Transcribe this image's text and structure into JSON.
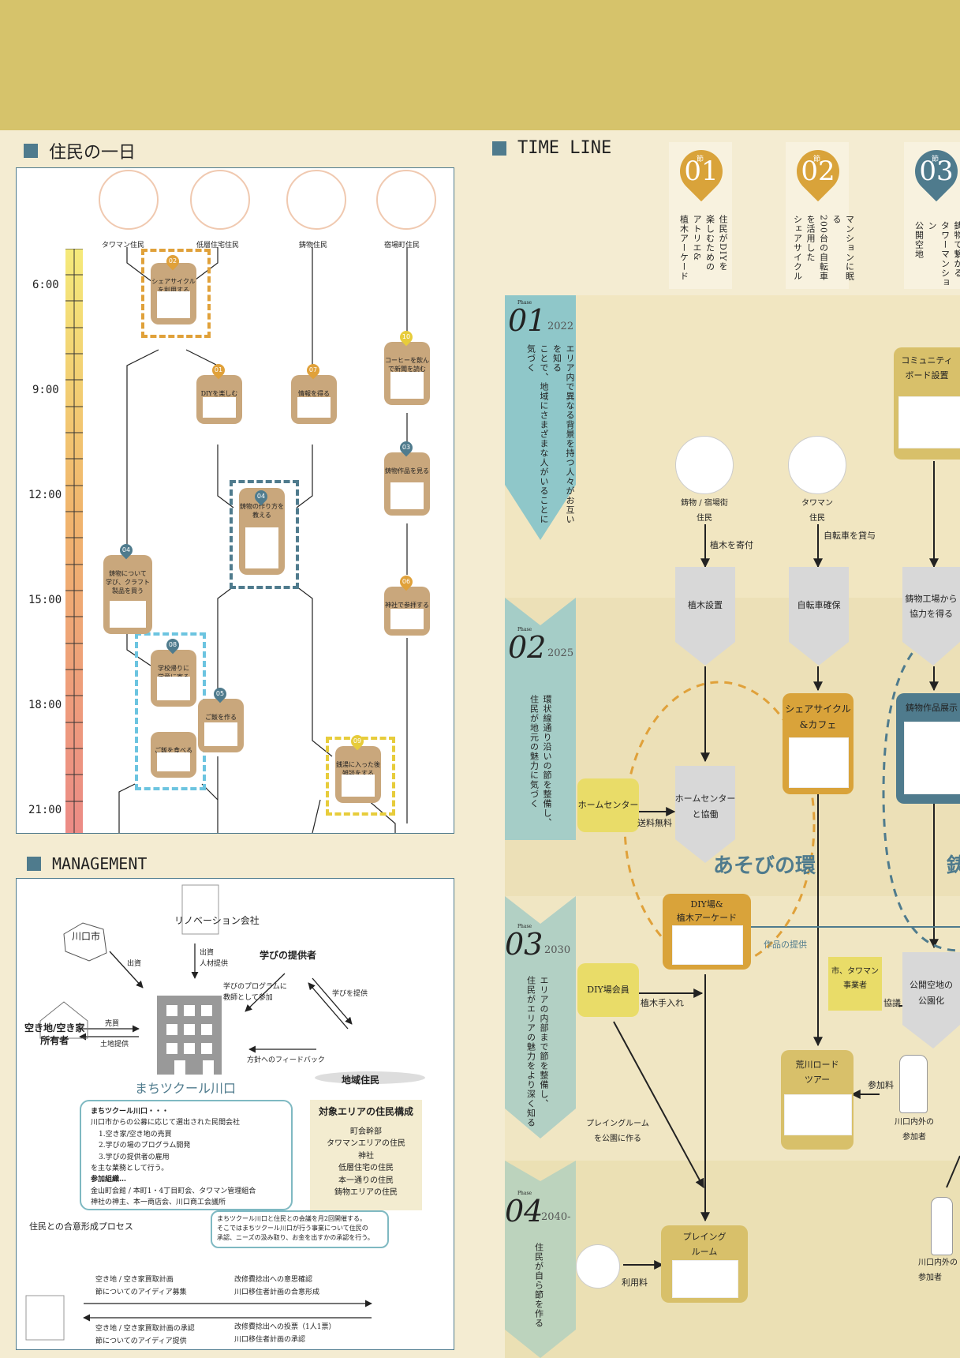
{
  "left_title": "住民の一日",
  "residents": [
    "タワマン住民",
    "低層住宅住民",
    "鋳物住民",
    "宿場町住民"
  ],
  "times": [
    "6:00",
    "9:00",
    "12:00",
    "15:00",
    "18:00",
    "21:00"
  ],
  "activities": [
    {
      "num": "02",
      "label": "シェアサイクル\nを利用する"
    },
    {
      "num": "01",
      "label": "DIYを楽しむ"
    },
    {
      "num": "07",
      "label": "情報を得る"
    },
    {
      "num": "10",
      "label": "コーヒーを飲ん\nで新聞を読む"
    },
    {
      "num": "03",
      "label": "鋳物作品を見る"
    },
    {
      "num": "04",
      "label": "鋳物の作り方を\n教える"
    },
    {
      "num": "04",
      "label": "鋳物について\n学び、クラフト\n製品を買う"
    },
    {
      "num": "06",
      "label": "神社で参拝する"
    },
    {
      "num": "08",
      "label": "学校帰りに\n学童に寄る"
    },
    {
      "num": "05",
      "label": "ご飯を作る"
    },
    {
      "num": "",
      "label": "ご飯を食べる"
    },
    {
      "num": "09",
      "label": "銭湯に入った後\n雑談をする"
    }
  ],
  "management": {
    "title": "MANAGEMENT",
    "kawaguchi": "川口市",
    "renov": "リノベーション会社",
    "invest": "出資",
    "invest2": "出資\n人材提供",
    "learner": "学びの提供者",
    "learner_label": "学びのプログラムに\n教師として参加",
    "learn_provide": "学びを提供",
    "owner": "空き地/空き家\n所有者",
    "sale": "売買",
    "land": "土地提供",
    "feedback": "方針へのフィードバック",
    "residents": "地域住民",
    "company": "まちツクール川口",
    "desc_title": "まちツクール川口・・・",
    "desc_lines": [
      "川口市からの公募に応じて選出された民間会社",
      "1.空き家/空き地の売買",
      "2.学びの場のプログラム開発",
      "3.学びの提供者の雇用",
      "を主な業務として行う。"
    ],
    "org_title": "参加組織…",
    "org_lines": [
      "金山町会館 / 本町1・4丁目町会、タワマン管理組合",
      "神社の神主、本一商店会、川口商工会議所"
    ],
    "area_title": "対象エリアの住民構成",
    "area_list": [
      "町会幹部",
      "タワマンエリアの住民",
      "神社",
      "低層住宅の住民",
      "本一通りの住民",
      "鋳物エリアの住民"
    ],
    "consensus": "住民との合意形成プロセス",
    "meeting": "まちツクール川口と住民との会議を月2回開催する。\nそこではまちツクール川口が行う事業について住民の\n承認、ニーズの汲み取り、お金を出すかの承認を行う。",
    "p1a": "空き地 / 空き家買取計画",
    "p1b": "節についてのアイディア募集",
    "p2a": "改修費捻出への意思確認",
    "p2b": "川口移住者計画の合意形成",
    "p3a": "空き地 / 空き家買取計画の承認",
    "p3b": "節についてのアイディア提供",
    "p4a": "改修費捻出への投票（1人1票）",
    "p4b": "川口移住者計画の承認"
  },
  "timeline": {
    "title": "TIME LINE",
    "nodes": [
      {
        "num": "01",
        "node": "節",
        "text": "住民がDIYを\n楽しむための\nアトリエ&\n植木アーケード",
        "color": "#d9a33a"
      },
      {
        "num": "02",
        "node": "節",
        "text": "マンションに眠る\n200台の自転車\nを活用した\nシェアサイクル",
        "color": "#d9a33a"
      },
      {
        "num": "03",
        "node": "節",
        "text": "鋳物で繋がる\nタワーマンション\n公開空地",
        "color": "#4f7b8d"
      }
    ],
    "phases": [
      {
        "label": "Phase",
        "num": "01",
        "year": "2022",
        "text": "エリア内で異なる背景を持つ人々がお互いを知る\nことで、地域にさまざまな人がいることに気づく",
        "color": "#8fc7c9"
      },
      {
        "label": "Phase",
        "num": "02",
        "year": "2025",
        "text": "環状線通り沿いの節を整備し、\n住民が地元の魅力に気づく",
        "color": "#a5cdc7"
      },
      {
        "label": "Phase",
        "num": "03",
        "year": "2030",
        "text": "エリアの内部まで節を整備し、\n住民がエリアの魅力をより深く知る",
        "color": "#b2d0c4"
      },
      {
        "label": "Phase",
        "num": "04",
        "year": "2040-",
        "text": "住民が自ら節を作る",
        "color": "#bcd3bd"
      }
    ],
    "labels": {
      "community_board": "コミュニティ\nボード設置",
      "p1_person1": "鋳物 / 宿場街\n住民",
      "p1_person2": "タワマン\n住民",
      "donate": "植木を寄付",
      "lend": "自転車を貸与",
      "tree": "植木設置",
      "bike": "自転車確保",
      "factory": "鋳物工場から\n協力を得る",
      "share": "シェアサイクル\n&カフェ",
      "home_center": "ホームセンター",
      "home_coop": "ホームセンター\nと協働",
      "free_ship": "送料無料",
      "asobi": "あそびの環",
      "metal": "鋳",
      "casting_show": "鋳物作品展示",
      "diy": "DIY場&\n植木アーケード",
      "work_provide": "作品の提供",
      "city": "市、タワマン\n事業者",
      "public_space": "公開空地の\n公園化",
      "consult": "協議",
      "diy_member": "DIY場会員",
      "tree_care": "植木手入れ",
      "arakawa": "荒川ロード\nツアー",
      "fee": "参加料",
      "participants": "川口内外の\n参加者",
      "play_make": "プレイングルーム\nを公園に作る",
      "play": "プレイング\nルーム",
      "use_fee": "利用料",
      "participants2": "川口内外の\n参加者"
    }
  }
}
